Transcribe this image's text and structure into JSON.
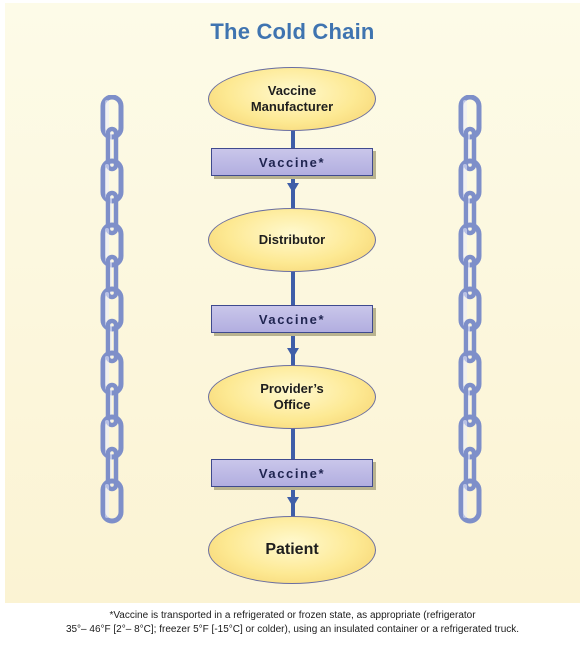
{
  "diagram": {
    "title": "The Cold Chain",
    "nodes": [
      {
        "id": "manufacturer",
        "label": "Vaccine\nManufacturer"
      },
      {
        "id": "distributor",
        "label": "Distributor"
      },
      {
        "id": "provider",
        "label": "Provider’s\nOffice"
      },
      {
        "id": "patient",
        "label": "Patient"
      }
    ],
    "transfers": [
      {
        "label": "Vaccine*"
      },
      {
        "label": "Vaccine*"
      },
      {
        "label": "Vaccine*"
      }
    ],
    "edges": [
      {
        "from": "manufacturer",
        "to": "distributor"
      },
      {
        "from": "distributor",
        "to": "provider"
      },
      {
        "from": "provider",
        "to": "patient"
      }
    ],
    "colors": {
      "title": "#3f74b0",
      "connector": "#3f5ea8",
      "node_fill": "#fde993",
      "box_fill": "#b2aee0",
      "chain": "#7e8fc9"
    },
    "decorations": {
      "chain_icons": 2
    }
  },
  "footnote": {
    "line1": "*Vaccine is transported in a refrigerated or frozen state, as appropriate (refrigerator",
    "line2": "35°– 46°F [2°– 8°C]; freezer 5°F [-15°C] or colder), using an insulated container or a refrigerated truck."
  }
}
